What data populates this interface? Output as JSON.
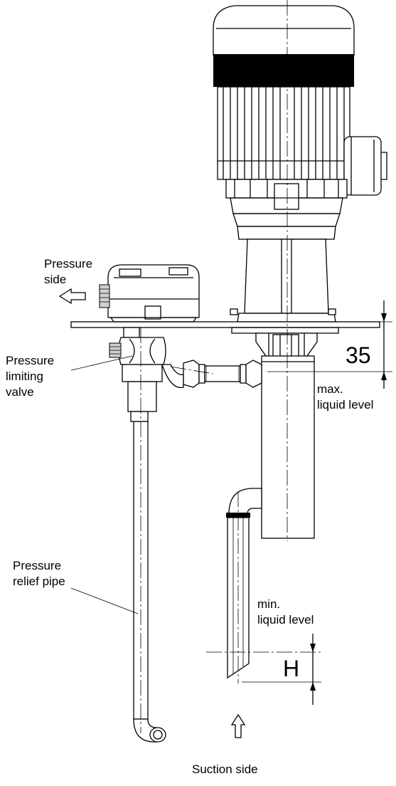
{
  "labels": {
    "pressure_side": [
      "Pressure",
      "side"
    ],
    "pressure_limiting_valve": [
      "Pressure",
      "limiting",
      "valve"
    ],
    "max_liquid_level": [
      "max.",
      "liquid level"
    ],
    "min_liquid_level": [
      "min.",
      "liquid level"
    ],
    "pressure_relief_pipe": [
      "Pressure",
      "relief pipe"
    ],
    "suction_side": "Suction side"
  },
  "dimensions": {
    "max_level_offset": "35",
    "immersion_depth": "H"
  }
}
